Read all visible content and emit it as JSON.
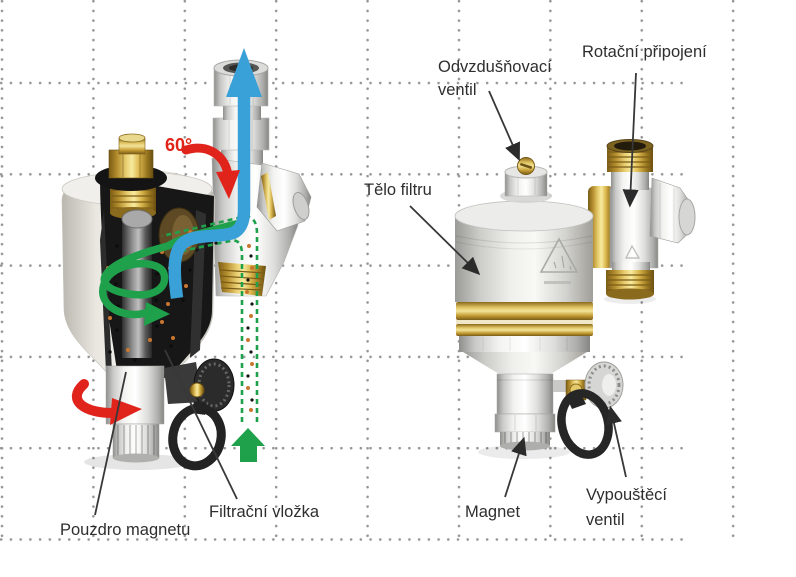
{
  "scene": {
    "description": "Magnetic filter diagram: cutaway with flow arrows (left) and labeled product view (right)",
    "background_color": "#ffffff",
    "grid_dot_color": "#949494"
  },
  "colors": {
    "outlet_flow_blue": "#3aa0d8",
    "inlet_flow_green": "#1fa14c",
    "rotation_red": "#e0241c",
    "brass_gold": "#c9a43e",
    "chrome_gray": "#d9d9d7",
    "label_text": "#2e2e2e"
  },
  "annotations": {
    "angle": "60°",
    "air_vent": {
      "line1": "Odvzdušňovací",
      "line2": "ventil"
    },
    "rotary_connection": "Rotační připojení",
    "filter_body": "Tělo filtru",
    "magnet": "Magnet",
    "drain_valve": {
      "line1": "Vypouštěcí",
      "line2": "ventil"
    },
    "magnet_sleeve": "Pouzdro magnetu",
    "filter_cartridge": "Filtrační vložka"
  }
}
